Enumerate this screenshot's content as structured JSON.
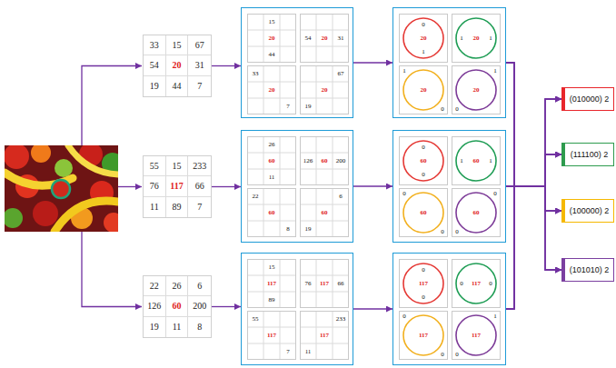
{
  "diagram": {
    "nodes": [
      {
        "text": [
          "33",
          "15",
          "67",
          "54",
          "20",
          "31",
          "19",
          "44",
          "7"
        ]
      },
      {
        "text": []
      },
      {
        "text": [
          "15",
          "20",
          "44"
        ],
        "in": 1
      },
      {
        "text": [
          "54",
          "20",
          "31"
        ],
        "in": 1
      },
      {
        "text": [
          "33",
          "20",
          "7"
        ],
        "in": 1
      },
      {
        "text": [
          "67",
          "20",
          "19"
        ],
        "in": 1
      },
      {
        "text": []
      },
      {
        "text": [
          "0",
          "20",
          "1"
        ],
        "in": 6
      },
      {
        "text": [
          "1",
          "20",
          "1"
        ],
        "in": 6
      },
      {
        "text": [
          "1",
          "20",
          "0"
        ],
        "in": 6
      },
      {
        "text": [
          "1",
          "20",
          "0"
        ],
        "in": 6
      },
      {
        "text": [
          "55",
          "15",
          "233",
          "76",
          "117",
          "66",
          "11",
          "89",
          "7"
        ]
      },
      {
        "text": []
      },
      {
        "text": [
          "26",
          "60",
          "11"
        ],
        "in": 12
      },
      {
        "text": [
          "126",
          "60",
          "200"
        ],
        "in": 12
      },
      {
        "text": [
          "22",
          "60",
          "8"
        ],
        "in": 12
      },
      {
        "text": [
          "6",
          "60",
          "19"
        ],
        "in": 12
      },
      {
        "text": []
      },
      {
        "text": [
          "0",
          "60",
          "0"
        ],
        "in": 17
      },
      {
        "text": [
          "1",
          "60",
          "1"
        ],
        "in": 17
      },
      {
        "text": [
          "0",
          "60",
          "0"
        ],
        "in": 17
      },
      {
        "text": [
          "0",
          "60",
          "0"
        ],
        "in": 17
      },
      {
        "text": [
          "22",
          "26",
          "6",
          "126",
          "60",
          "200",
          "19",
          "11",
          "8"
        ]
      },
      {
        "text": []
      },
      {
        "text": [
          "15",
          "117",
          "89"
        ],
        "in": 23
      },
      {
        "text": [
          "76",
          "117",
          "66"
        ],
        "in": 23
      },
      {
        "text": [
          "55",
          "117",
          "7"
        ],
        "in": 23
      },
      {
        "text": [
          "233",
          "117",
          "11"
        ],
        "in": 23
      },
      {
        "text": []
      },
      {
        "text": [
          "0",
          "117",
          "0"
        ],
        "in": 28
      },
      {
        "text": [
          "0",
          "117",
          "0"
        ],
        "in": 28
      },
      {
        "text": [
          "0",
          "117",
          "0"
        ],
        "in": 28
      },
      {
        "text": [
          "1",
          "117",
          "0"
        ],
        "in": 28
      },
      {
        "text": [
          "(010000) 2"
        ]
      },
      {
        "text": [
          "(111100) 2"
        ]
      },
      {
        "text": [
          "(100000) 2"
        ]
      },
      {
        "text": [
          "(101010) 2"
        ]
      }
    ],
    "edges": [
      {
        "from": 0,
        "to": 1,
        "arrow": "to"
      },
      {
        "from": 1,
        "to": 6,
        "arrow": "to"
      },
      {
        "from": 11,
        "to": 12,
        "arrow": "to"
      },
      {
        "from": 12,
        "to": 17,
        "arrow": "to"
      },
      {
        "from": 22,
        "to": 23,
        "arrow": "to"
      },
      {
        "from": 23,
        "to": 28,
        "arrow": "to"
      },
      {
        "from": 6,
        "to": 33,
        "arrow": "to"
      },
      {
        "from": 6,
        "to": 34,
        "arrow": "to"
      },
      {
        "from": 6,
        "to": 35,
        "arrow": "to"
      },
      {
        "from": 6,
        "to": 36,
        "arrow": "to"
      },
      {
        "from": 17,
        "to": 33,
        "arrow": "to"
      },
      {
        "from": 17,
        "to": 34,
        "arrow": "to"
      },
      {
        "from": 17,
        "to": 35,
        "arrow": "to"
      },
      {
        "from": 17,
        "to": 36,
        "arrow": "to"
      },
      {
        "from": 28,
        "to": 33,
        "arrow": "to"
      },
      {
        "from": 28,
        "to": 34,
        "arrow": "to"
      },
      {
        "from": 28,
        "to": 35,
        "arrow": "to"
      },
      {
        "from": 28,
        "to": 36,
        "arrow": "to"
      }
    ]
  }
}
